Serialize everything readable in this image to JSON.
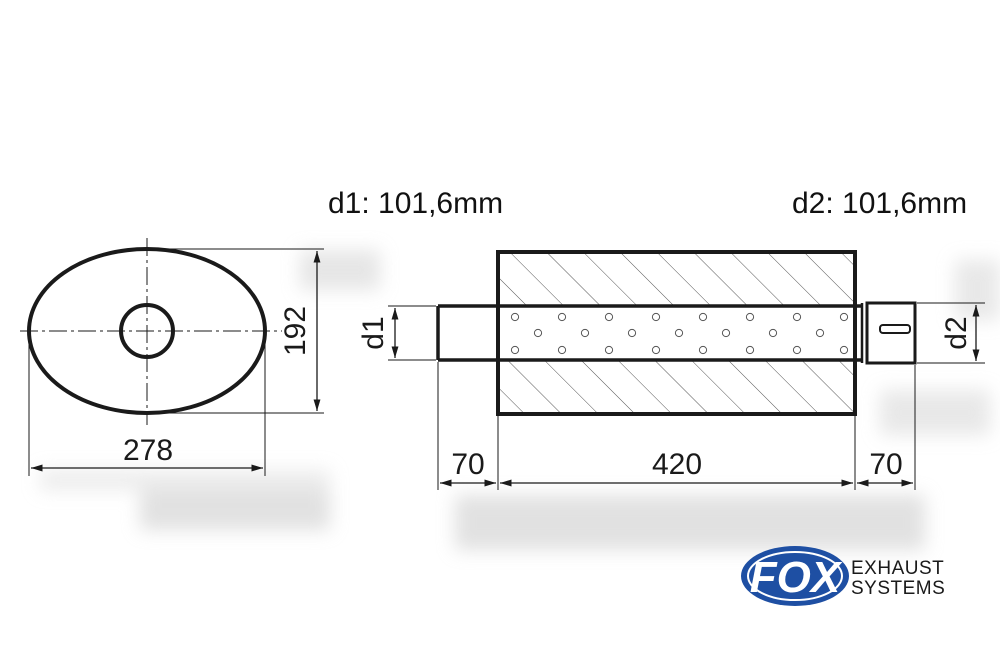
{
  "labels": {
    "d1_title": "d1: 101,6mm",
    "d2_title": "d2: 101,6mm",
    "width": "278",
    "height": "192",
    "inlet_length": "70",
    "body_length": "420",
    "outlet_length": "70",
    "d1": "d1",
    "d2": "d2"
  },
  "logo": {
    "mark": "FOX",
    "line1": "EXHAUST",
    "line2": "SYSTEMS"
  },
  "colors": {
    "line": "#1a1a1a",
    "hatch": "#555555",
    "logo_blue": "#1e4fa3",
    "shadow": "#c9c9c9"
  }
}
